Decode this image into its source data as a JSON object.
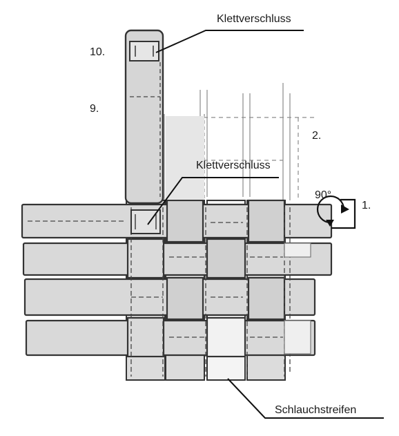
{
  "labels": {
    "velcro_top": "Klettverschluss",
    "velcro_middle": "Klettverschluss",
    "hose_strip": "Schlauchstreifen"
  },
  "steps": {
    "step1": "1.",
    "step2": "2.",
    "step9": "9.",
    "step10": "10."
  },
  "rotation": {
    "angle": "90°"
  },
  "colors": {
    "strip_fill": "#d9d9d9",
    "outline": "#333333",
    "sketch_line": "#5a5a5a",
    "text": "#1a1a1a"
  }
}
